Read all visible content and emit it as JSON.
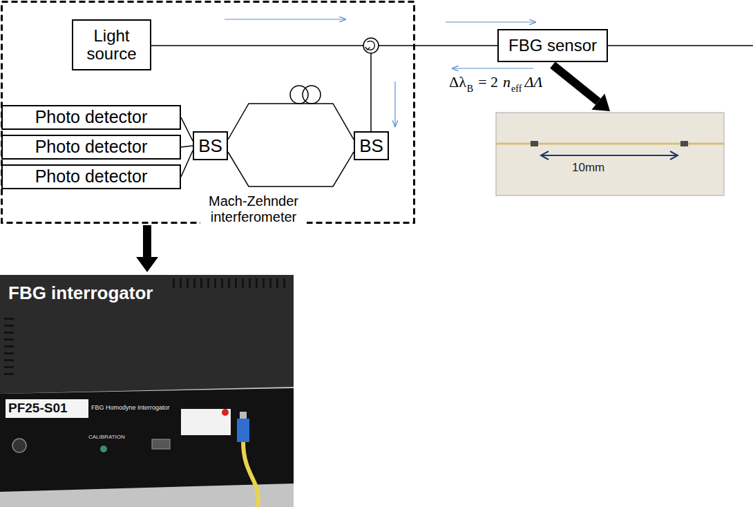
{
  "diagram": {
    "nodes": [
      {
        "text": [
          "Light source"
        ]
      },
      {
        "text": [
          "Photo detector"
        ]
      },
      {
        "text": [
          "Photo detector"
        ]
      },
      {
        "text": [
          "Photo detector"
        ]
      },
      {
        "text": [
          "BS"
        ]
      },
      {
        "text": [
          "BS"
        ]
      },
      {
        "text": [
          "FBG sensor"
        ]
      },
      {
        "text": [
          "10mm"
        ]
      },
      {
        "text": [
          "FBG interrogator"
        ]
      }
    ],
    "edges": [
      {
        "from": 4,
        "to": 1,
        "arrow": "none"
      },
      {
        "from": 4,
        "to": 2,
        "arrow": "none"
      },
      {
        "from": 4,
        "to": 3,
        "arrow": "none"
      },
      {
        "from": 4,
        "to": 5,
        "arrow": "none"
      },
      {
        "from": 4,
        "to": 5,
        "arrow": "none"
      },
      {
        "from": 6,
        "to": 7,
        "arrow": "to"
      }
    ],
    "labels": [
      "Δλ",
      "B",
      "= 2",
      "n",
      "eff",
      "ΔΛ",
      "Mach-Zehnder interferometer",
      "PF25-S01",
      "FBG Homodyne Interrogator",
      "CALIBRATION"
    ]
  }
}
